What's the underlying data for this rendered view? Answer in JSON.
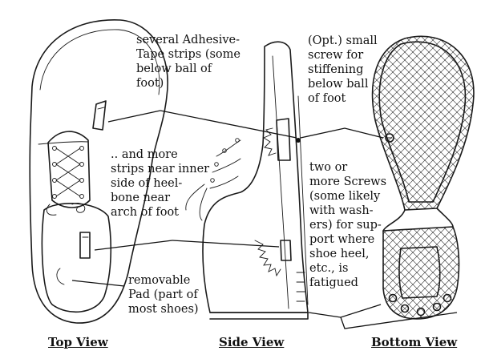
{
  "labels": {
    "adhesive_strips": "several Adhesive-\nTape strips (some\nbelow ball of\nfoot)",
    "screw_opt": "(Opt.) small\nscrew for\nstiffening\nbelow ball\nof foot",
    "more_strips": ".. and more\nstrips near inner\nside of heel-\nbone near\narch of foot",
    "screws": "two or\nmore Screws\n(some likely\nwith wash-\ners) for sup-\nport where\nshoe heel,\netc., is\nfatigued",
    "pad": "removable\nPad (part of\nmost shoes)"
  },
  "views": {
    "top": "Top View",
    "side": "Side View",
    "bottom": "Bottom View"
  },
  "colors": {
    "ink": "#1a1a1a",
    "background": "#ffffff"
  }
}
